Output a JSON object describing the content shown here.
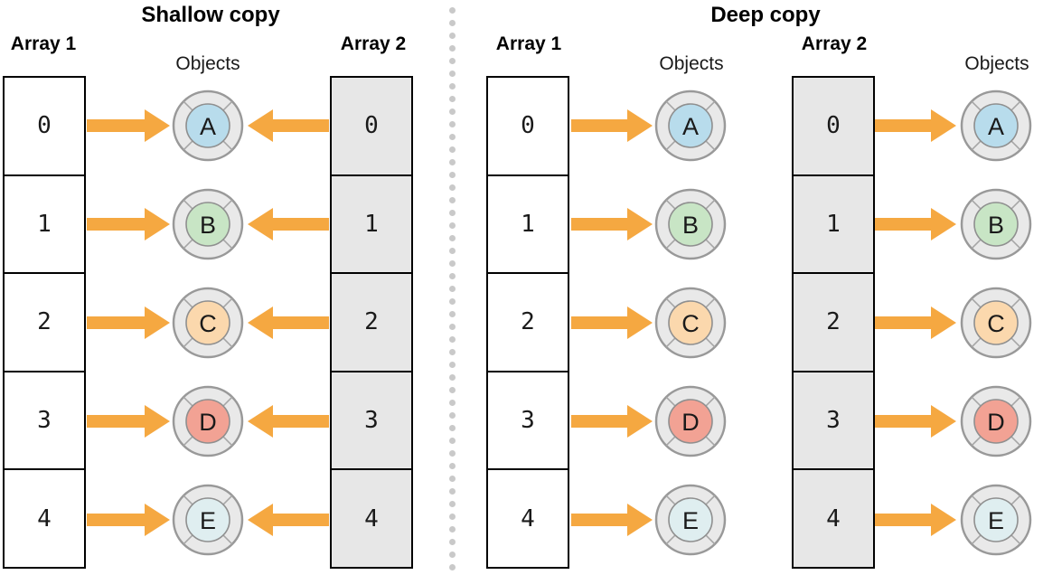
{
  "shallow": {
    "title": "Shallow copy",
    "array1": {
      "label": "Array 1",
      "cells": [
        "0",
        "1",
        "2",
        "3",
        "4"
      ]
    },
    "array2": {
      "label": "Array 2",
      "cells": [
        "0",
        "1",
        "2",
        "3",
        "4"
      ]
    },
    "objects": {
      "label": "Objects",
      "items": [
        "A",
        "B",
        "C",
        "D",
        "E"
      ]
    }
  },
  "deep": {
    "title": "Deep copy",
    "array1": {
      "label": "Array 1",
      "cells": [
        "0",
        "1",
        "2",
        "3",
        "4"
      ]
    },
    "array2": {
      "label": "Array 2",
      "cells": [
        "0",
        "1",
        "2",
        "3",
        "4"
      ]
    },
    "objects1": {
      "label": "Objects",
      "items": [
        "A",
        "B",
        "C",
        "D",
        "E"
      ]
    },
    "objects2": {
      "label": "Objects",
      "items": [
        "A",
        "B",
        "C",
        "D",
        "E"
      ]
    }
  },
  "palette": {
    "A": "#B8DCEC",
    "B": "#C8E5C5",
    "C": "#FBD8AD",
    "D": "#F2A294",
    "E": "#DFEEF0"
  },
  "colors": {
    "arrow": "#F5A841",
    "array_gray": "#E7E7E7",
    "ring_fill": "#E9E9E9",
    "ring_border": "#999999",
    "ring_divider": "#A6A6A6",
    "inner_border": "#8F8F8F",
    "letter": "#1a1a1a",
    "dot": "#C9C9C9"
  },
  "divider": {
    "dot_count": 45
  }
}
